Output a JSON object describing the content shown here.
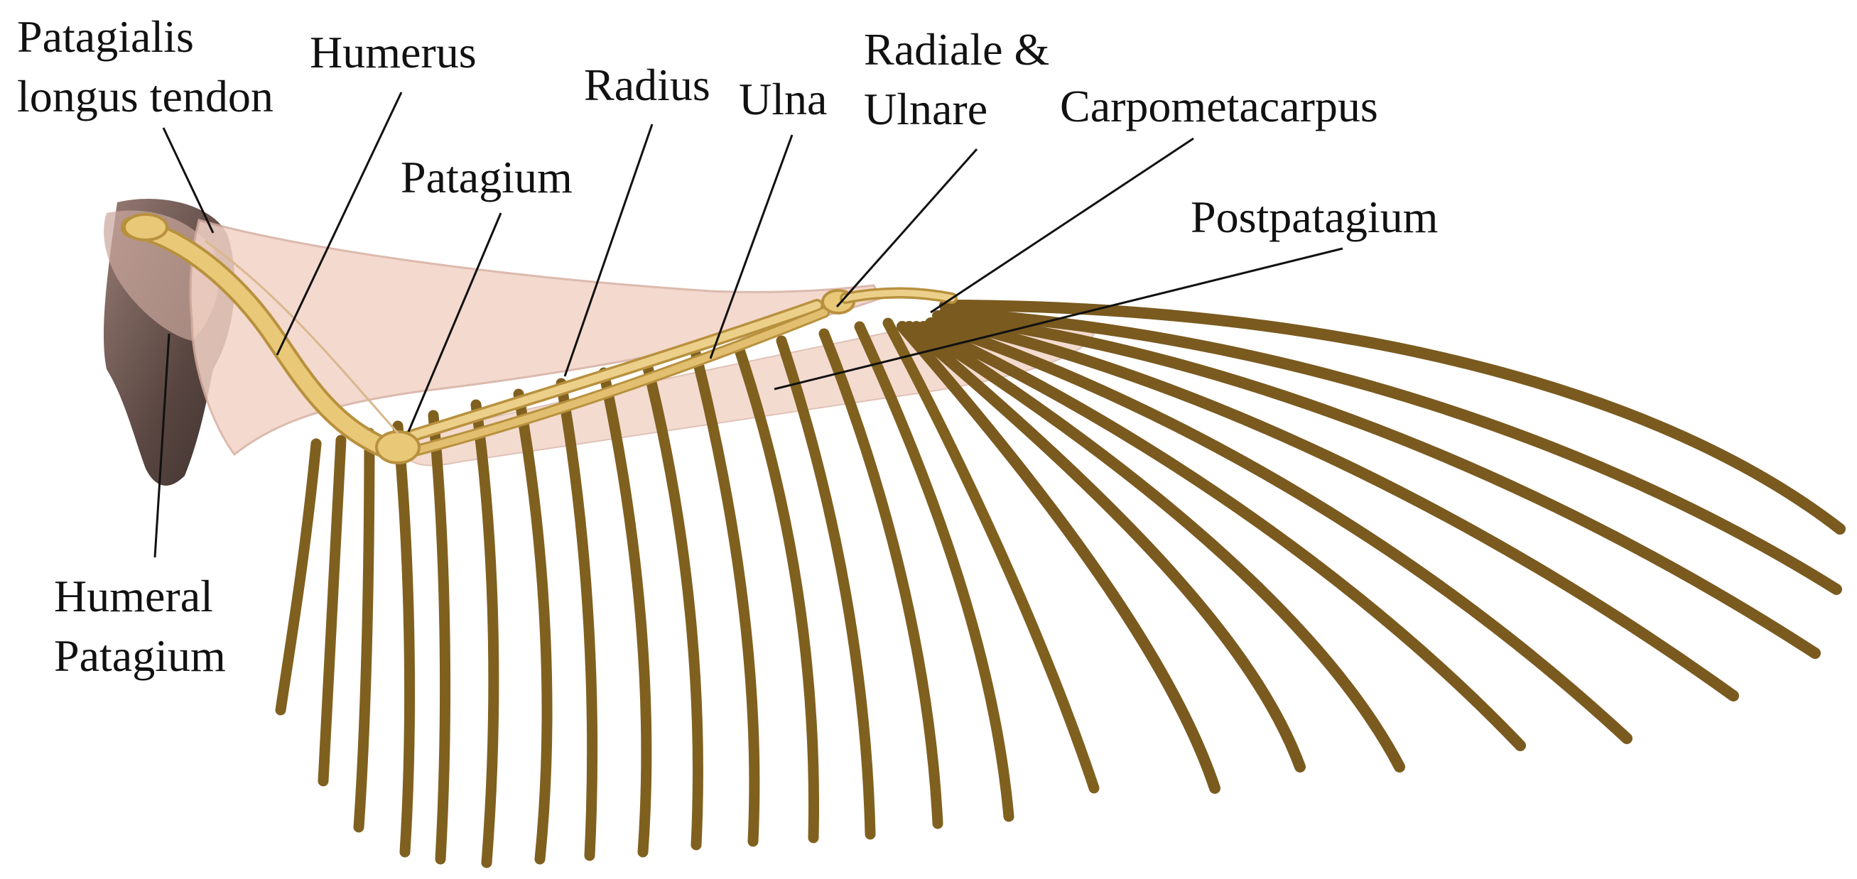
{
  "labels": {
    "patagialis_longus_tendon": [
      "Patagialis",
      "longus tendon"
    ],
    "humerus": "Humerus",
    "radius": "Radius",
    "ulna": "Ulna",
    "radiale_ulnare": [
      "Radiale &",
      "Ulnare"
    ],
    "carpometacarpus": "Carpometacarpus",
    "patagium": "Patagium",
    "postpatagium": "Postpatagium",
    "humeral_patagium": [
      "Humeral",
      "Patagium"
    ]
  },
  "colors": {
    "bone": "#e9c878",
    "bone_shadow": "#b8913e",
    "membrane": "#f3d3c6",
    "membrane_edge": "#d6aea0",
    "feather": "#8a6524",
    "feather_dark": "#5a3f12",
    "body_tissue": "#6b5048",
    "label_text": "#111111"
  }
}
